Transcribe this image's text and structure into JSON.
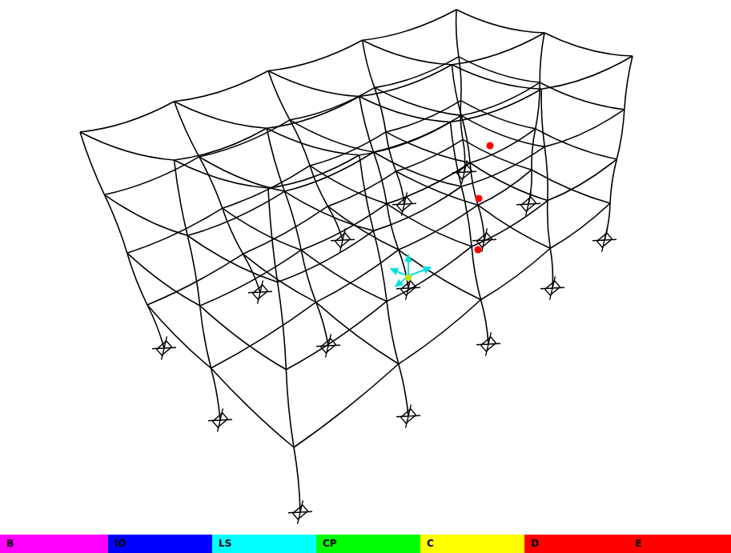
{
  "diagram": {
    "legend": [
      {
        "text": "B",
        "color": "#ff00ff"
      },
      {
        "text": "IO",
        "color": "#0000ff"
      },
      {
        "text": "LS",
        "color": "#00ffff"
      },
      {
        "text": "CP",
        "color": "#00ff00"
      },
      {
        "text": "C",
        "color": "#ffff00"
      },
      {
        "text": "D",
        "color": "#ff0000"
      },
      {
        "text": "E",
        "color": "#ff0000"
      }
    ]
  }
}
